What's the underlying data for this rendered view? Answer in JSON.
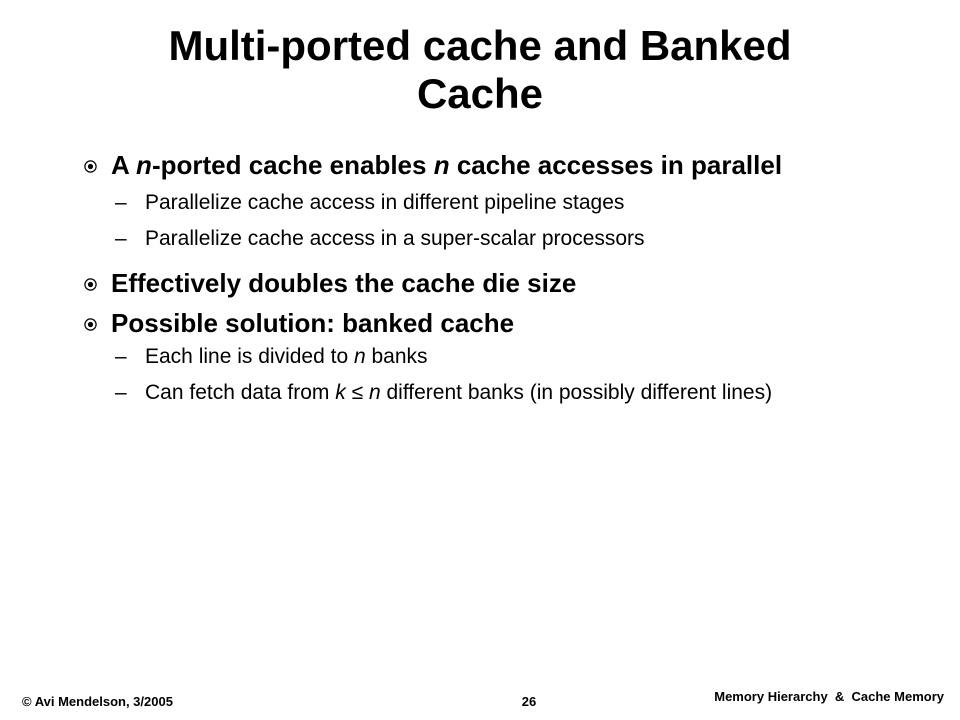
{
  "slide": {
    "title_line1": "Multi-ported cache and Banked",
    "title_line2": "Cache"
  },
  "bullets": {
    "b1_pre": "A ",
    "b1_n1": "n",
    "b1_mid": "-ported cache enables ",
    "b1_n2": "n",
    "b1_post": " cache accesses in parallel",
    "b1_sub1": "Parallelize cache access in different pipeline stages",
    "b1_sub2": "Parallelize cache access in a super-scalar processors",
    "b2": "Effectively doubles the cache die size",
    "b3": "Possible solution: banked cache",
    "b3_sub1_pre": "Each line is divided to ",
    "b3_sub1_n": "n",
    "b3_sub1_post": " banks",
    "b3_sub2_pre": "Can fetch data from ",
    "b3_sub2_k": "k",
    "b3_sub2_le": " ≤ ",
    "b3_sub2_n": "n",
    "b3_sub2_post": " different banks (in possibly different lines)",
    "dash": "–",
    "bullet_icon": "circle-dot-icon"
  },
  "footer": {
    "left": "© Avi Mendelson, 3/2005",
    "page_number": "26",
    "right": "Memory Hierarchy  &  Cache Memory"
  }
}
